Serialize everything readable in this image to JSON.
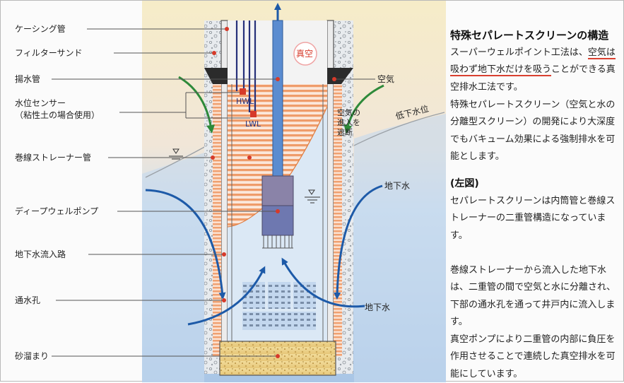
{
  "title": "特殊セパレートスクリーンの構造",
  "intro": {
    "p1": "スーパーウェルポイント工法は、",
    "p2": "空気は吸わず地下水だけを吸う",
    "p3": "ことができる真空排水工法です。",
    "p4": "特殊セパレートスクリーン（空気と水の分離型スクリーン）の開発により大深度でもバキューム効果による強制排水を可能とします。"
  },
  "subheading": "(左図)",
  "body": {
    "p1": "セパレートスクリーンは内筒管と巻線ストレーナーの二重管構造になっています。",
    "p2": "巻線ストレーナーから流入した地下水は、二重管の間で空気と水に分離され、下部の通水孔を通って井戸内に流入します。",
    "p3": "真空ポンプにより二重管の内部に負圧を作用させることで連続した真空排水を可能にしています。"
  },
  "labels": {
    "casing": "ケーシング管",
    "filter_sand": "フィルターサンド",
    "riser_pipe": "揚水管",
    "sensor": "水位センサー",
    "sensor_note": "（粘性土の場合使用）",
    "strainer": "巻線ストレーナー管",
    "pump": "ディープウェルポンプ",
    "inflow_path": "地下水流入路",
    "flow_hole": "通水孔",
    "sand_trap": "砂溜まり",
    "vacuum": "真空",
    "air": "空気",
    "hwl": "HWL",
    "lwl": "LWL",
    "air_block_1": "空気の",
    "air_block_2": "進入を",
    "air_block_3": "遮断",
    "low_water": "低下水位",
    "groundwater_right": "地下水",
    "groundwater_bottom": "地下水"
  },
  "colors": {
    "accent_red": "#d63a2a",
    "water_orange": "#f0a070",
    "arrow_blue": "#1d5aa8",
    "arrow_green": "#2e8a3a"
  }
}
